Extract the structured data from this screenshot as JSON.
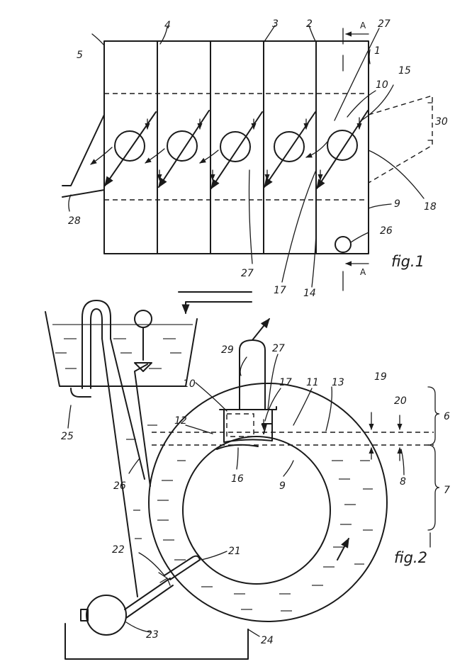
{
  "figure1": {
    "caption": "fig.1",
    "refs": {
      "r1": "1",
      "r2": "2",
      "r3": "3",
      "r4": "4",
      "r5": "5",
      "r9": "9",
      "r10": "10",
      "r14": "14",
      "r15": "15",
      "r17": "17",
      "r18": "18",
      "r26": "26",
      "r27a": "27",
      "r27b": "27",
      "r28": "28",
      "r30": "30"
    },
    "section_marker": "A"
  },
  "figure2": {
    "caption": "fig.2",
    "refs": {
      "r6": "6",
      "r7": "7",
      "r8": "8",
      "r9": "9",
      "r10": "10",
      "r11": "11",
      "r12": "12",
      "r13": "13",
      "r16": "16",
      "r17": "17",
      "r19": "19",
      "r20": "20",
      "r21": "21",
      "r22": "22",
      "r23": "23",
      "r24": "24",
      "r25": "25",
      "r26": "26",
      "r27": "27",
      "r29": "29"
    }
  }
}
